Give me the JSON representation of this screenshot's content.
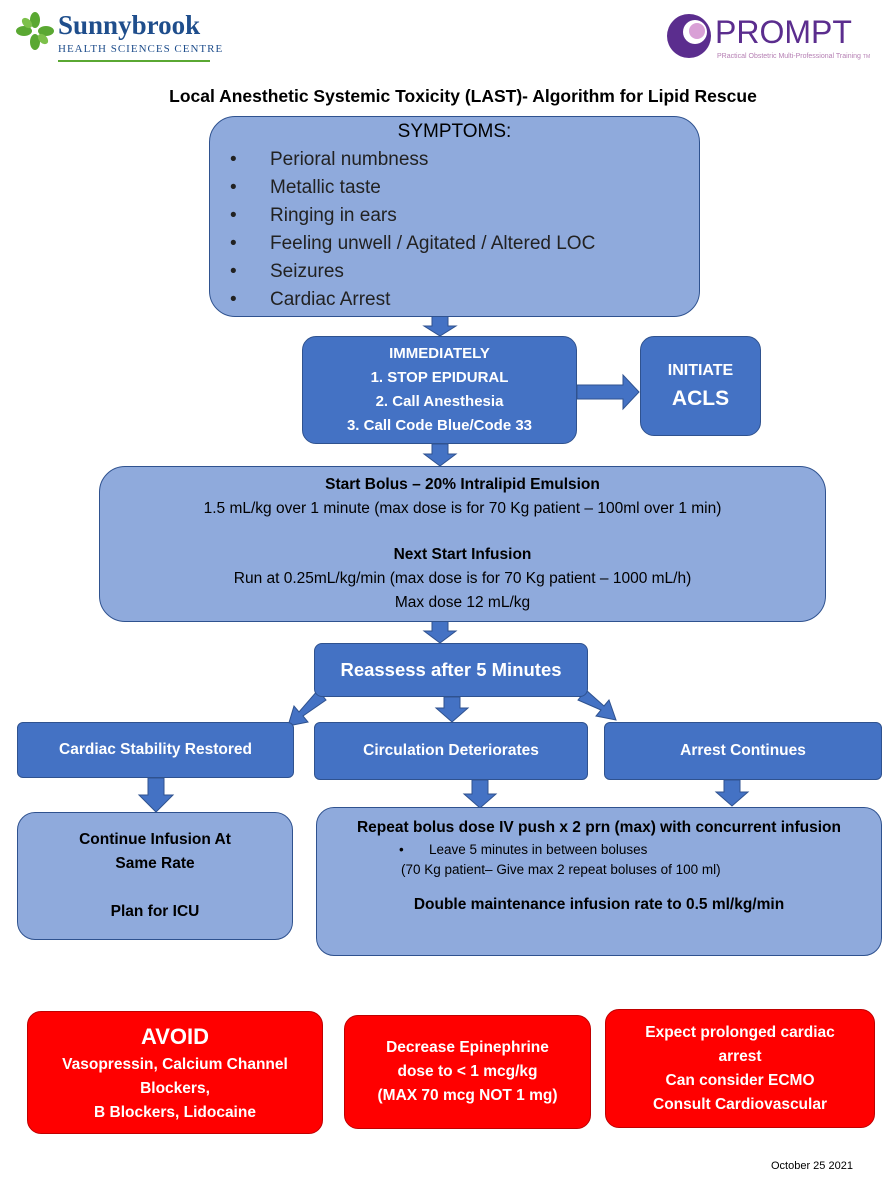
{
  "header": {
    "sunnybrook_name": "Sunnybrook",
    "sunnybrook_sub": "HEALTH SCIENCES CENTRE",
    "prompt_name": "PROMPT",
    "prompt_sub": "PRactical Obstetric Multi-Professional Training",
    "prompt_tm": "TM"
  },
  "title": "Local Anesthetic Systemic Toxicity (LAST)- Algorithm for Lipid Rescue",
  "symptoms": {
    "heading": "SYMPTOMS:",
    "items": [
      "Perioral numbness",
      "Metallic taste",
      "Ringing in ears",
      "Feeling unwell / Agitated / Altered LOC",
      "Seizures",
      "Cardiac Arrest"
    ]
  },
  "immediately": {
    "heading": "IMMEDIATELY",
    "steps": [
      "1. STOP EPIDURAL",
      "2. Call Anesthesia",
      "3. Call Code Blue/Code 33"
    ]
  },
  "initiate": {
    "line1": "INITIATE",
    "line2": "ACLS"
  },
  "bolus": {
    "heading": "Start Bolus – 20% Intralipid Emulsion",
    "dose": "1.5 mL/kg over 1 minute (max dose is for 70 Kg patient – 100ml over 1 min)",
    "infusion_heading": "Next Start Infusion",
    "infusion_rate": "Run at 0.25mL/kg/min  (max dose is for 70 Kg patient – 1000 mL/h)",
    "infusion_max": "Max dose 12 mL/kg"
  },
  "reassess": "Reassess after 5 Minutes",
  "branches": {
    "stability": "Cardiac Stability Restored",
    "deteriorates": "Circulation Deteriorates",
    "arrest": "Arrest Continues"
  },
  "continue_box": {
    "line1": "Continue Infusion At",
    "line2": "Same Rate",
    "line3": "Plan for ICU"
  },
  "repeat_box": {
    "heading": "Repeat bolus dose IV push x 2 prn (max) with concurrent infusion",
    "bullet": "Leave 5 minutes in between boluses",
    "note": "(70 Kg patient– Give max 2 repeat boluses of 100 ml)",
    "footer": "Double maintenance infusion rate to 0.5 ml/kg/min"
  },
  "avoid": {
    "heading": "AVOID",
    "line1": "Vasopressin, Calcium Channel",
    "line2": "Blockers,",
    "line3": "B Blockers, Lidocaine"
  },
  "epinephrine": {
    "line1": "Decrease Epinephrine",
    "line2": "dose to  < 1 mcg/kg",
    "line3": "(MAX 70 mcg NOT 1 mg)"
  },
  "expect": {
    "line1": "Expect prolonged cardiac",
    "line2": "arrest",
    "line3": "Can consider ECMO",
    "line4": "Consult Cardiovascular"
  },
  "date": "October 25 2021",
  "colors": {
    "light_box": "#8faadc",
    "dark_box": "#4472c4",
    "border": "#2f528f",
    "alert_red": "#ff0000",
    "sunnybrook_green": "#5aa832",
    "prompt_purple": "#5b2d8e"
  }
}
